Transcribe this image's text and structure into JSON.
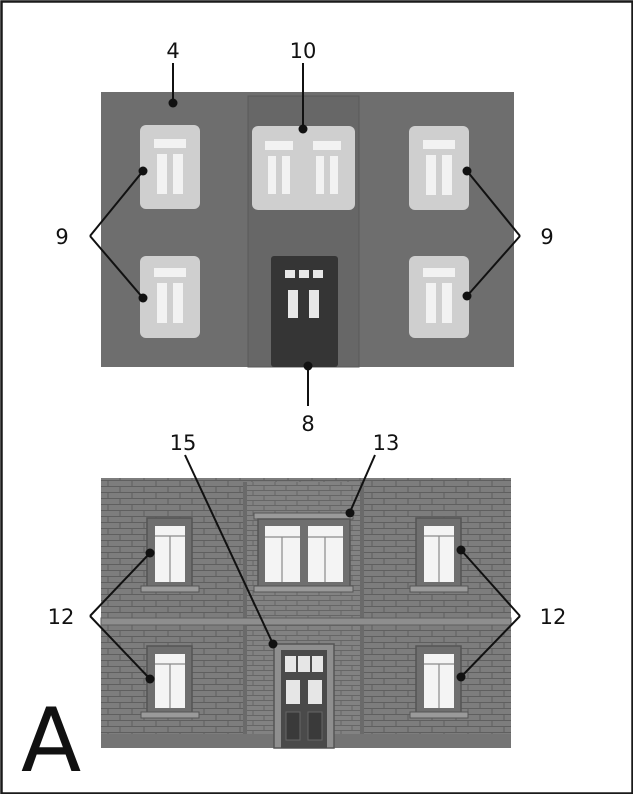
{
  "figure_letter": "A",
  "top_panel": {
    "callouts": {
      "label_4": "4",
      "label_10": "10",
      "label_9_left": "9",
      "label_9_right": "9",
      "label_8": "8"
    }
  },
  "bottom_panel": {
    "callouts": {
      "label_15": "15",
      "label_13": "13",
      "label_12_left": "12",
      "label_12_right": "12"
    }
  },
  "colors": {
    "frame": "#1a1a1a",
    "top_wall": "#6e6e6e",
    "top_window_frame": "#cfcfcf",
    "top_door": "#353535",
    "brick_wall": "#7d7d7d",
    "window_white": "#f4f4f4",
    "callout": "#111111"
  }
}
